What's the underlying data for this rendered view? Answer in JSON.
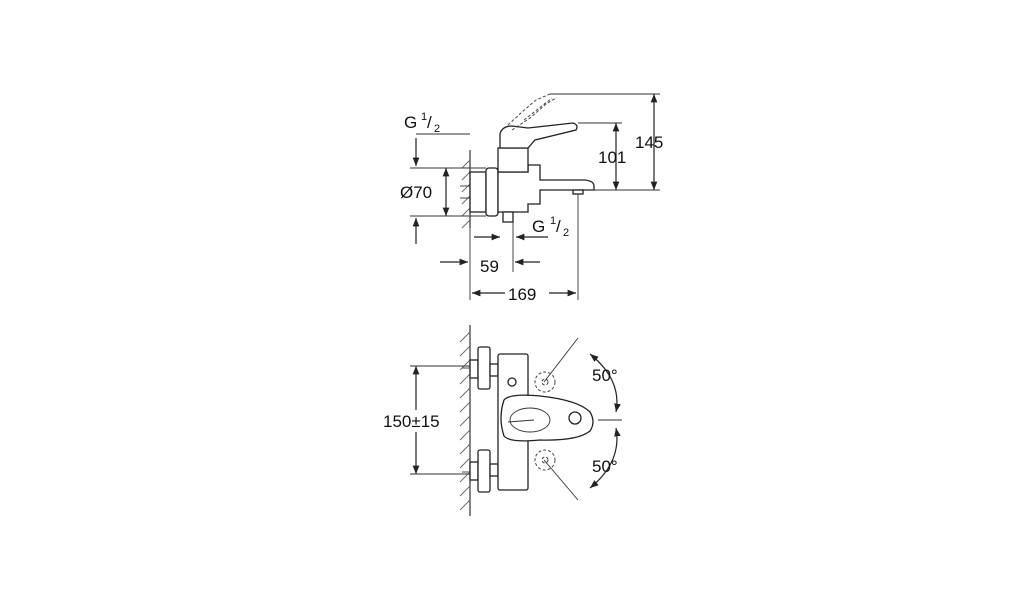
{
  "side_view": {
    "thread_top": {
      "main": "G",
      "num": "1",
      "den": "2"
    },
    "thread_bottom": {
      "main": "G",
      "num": "1",
      "den": "2"
    },
    "dim_diameter": "Ø70",
    "dim_height_spout": "101",
    "dim_height_total": "145",
    "dim_depth_59": "59",
    "dim_depth_169": "169"
  },
  "front_view": {
    "dim_center_distance": "150±15",
    "angle_upper": "50°",
    "angle_lower": "50°"
  }
}
